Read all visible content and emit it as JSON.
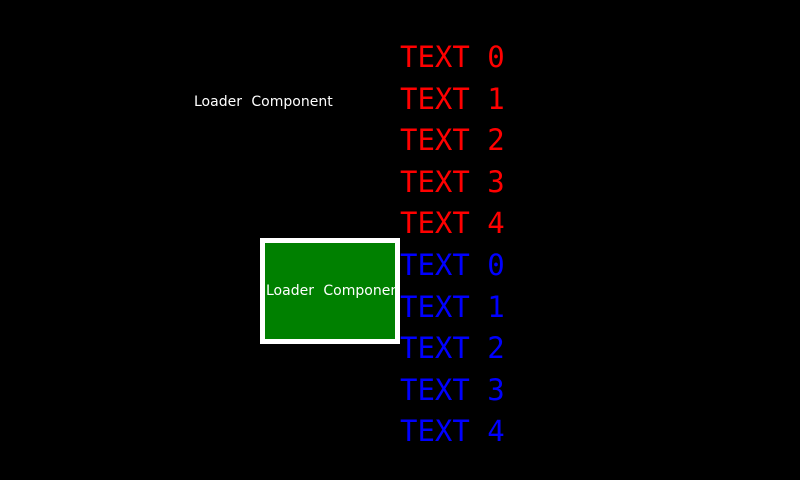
{
  "screen": {
    "background": "#000000"
  },
  "loaders": {
    "plain_label": {
      "text": "Loader Component",
      "color": "#ffffff"
    },
    "boxed": {
      "label": "Loader Component",
      "label_color": "#ffffff",
      "fill": "#008000",
      "border_color": "#ffffff"
    }
  },
  "text_column": {
    "items": [
      {
        "label": "TEXT 0",
        "color": "#ff0000"
      },
      {
        "label": "TEXT 1",
        "color": "#ff0000"
      },
      {
        "label": "TEXT 2",
        "color": "#ff0000"
      },
      {
        "label": "TEXT 3",
        "color": "#ff0000"
      },
      {
        "label": "TEXT 4",
        "color": "#ff0000"
      },
      {
        "label": "TEXT 0",
        "color": "#0000ff"
      },
      {
        "label": "TEXT 1",
        "color": "#0000ff"
      },
      {
        "label": "TEXT 2",
        "color": "#0000ff"
      },
      {
        "label": "TEXT 3",
        "color": "#0000ff"
      },
      {
        "label": "TEXT 4",
        "color": "#0000ff"
      }
    ]
  }
}
